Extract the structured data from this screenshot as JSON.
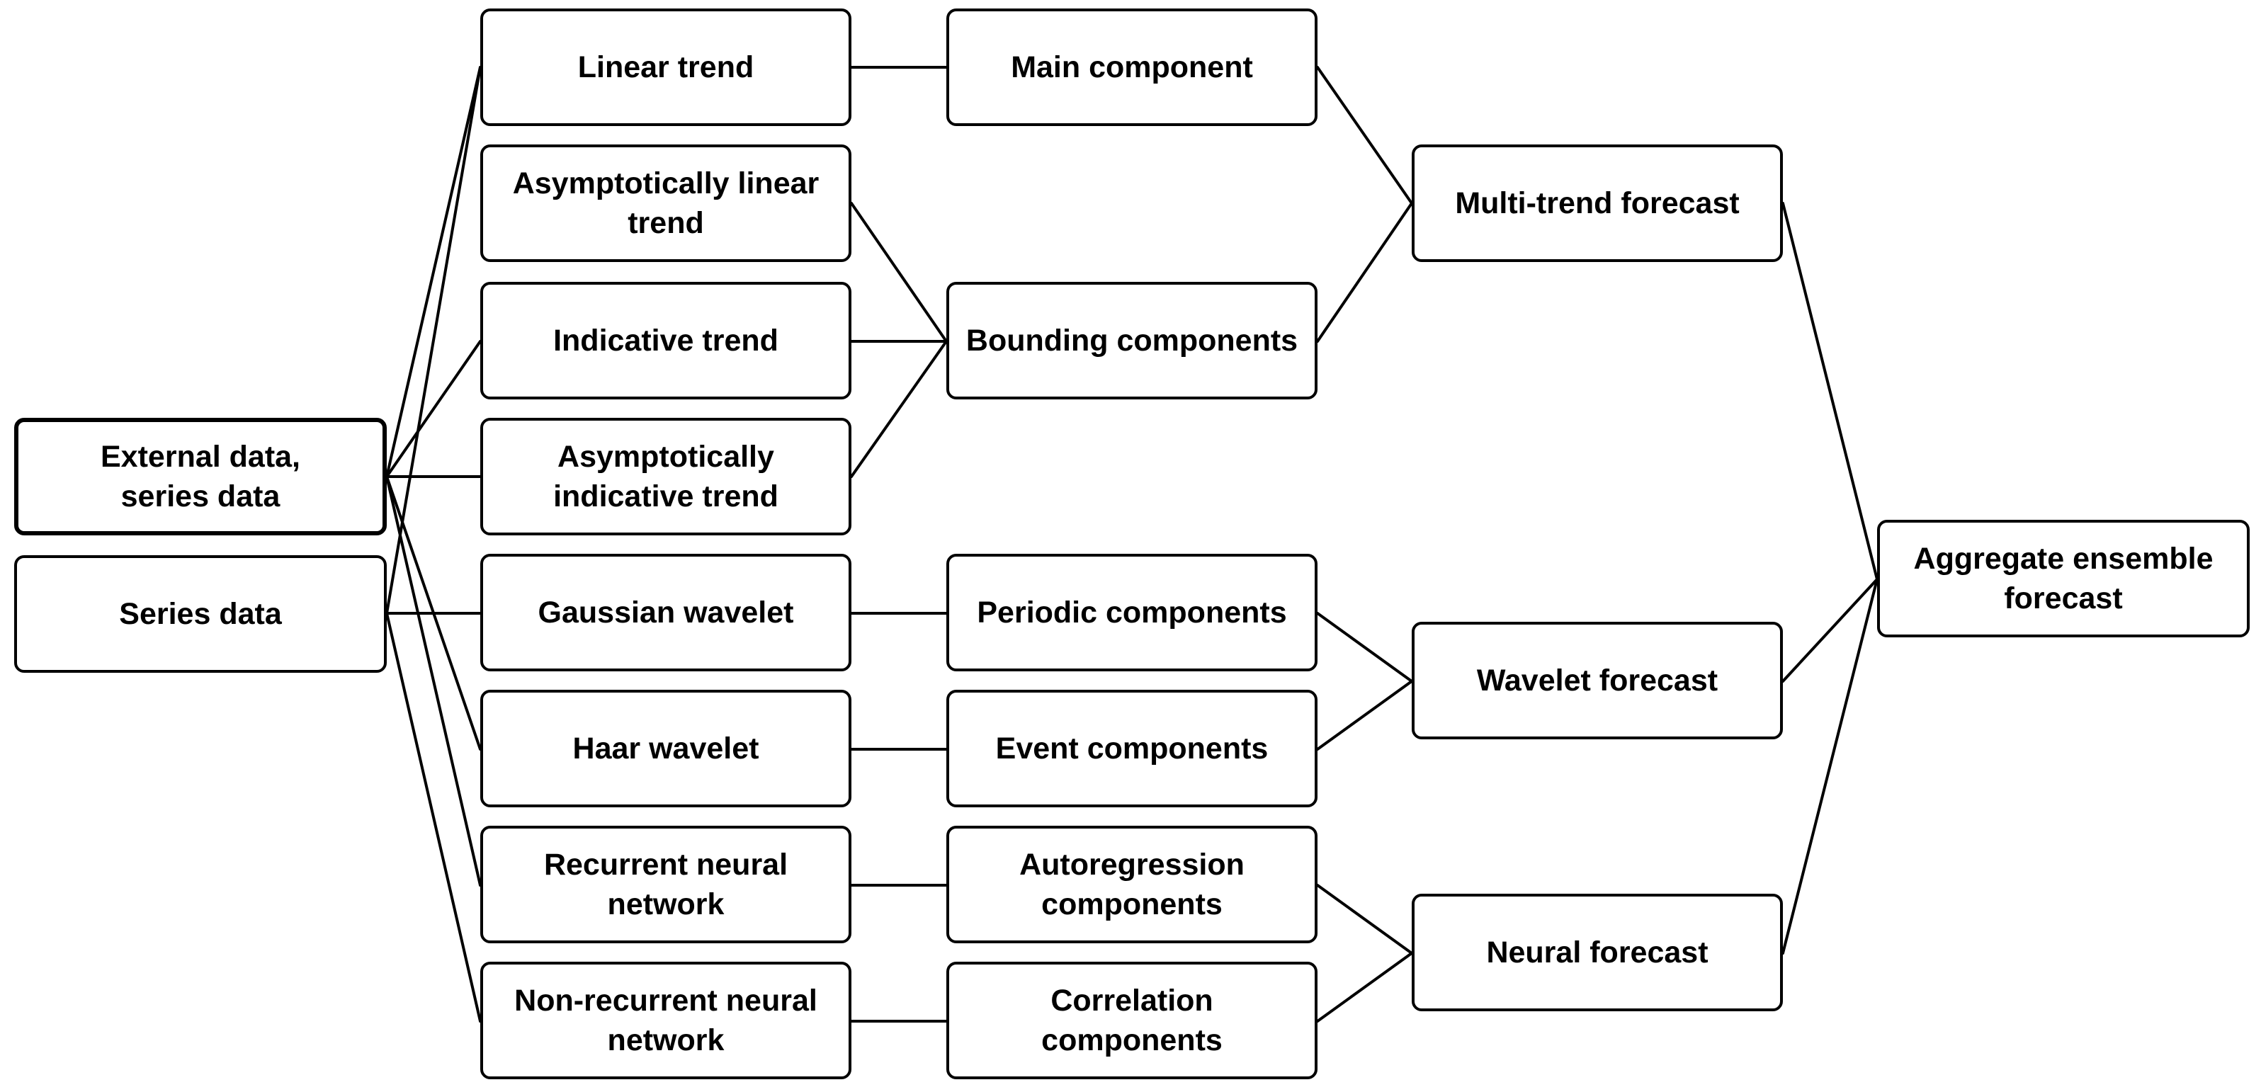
{
  "nodes": {
    "external_data": "External data,\nseries data",
    "series_data": "Series data",
    "linear_trend": "Linear trend",
    "asym_linear_trend": "Asymptotically linear\ntrend",
    "indicative_trend": "Indicative trend",
    "asym_indicative_trend": "Asymptotically\nindicative trend",
    "gaussian_wavelet": "Gaussian wavelet",
    "haar_wavelet": "Haar wavelet",
    "recurrent_nn": "Recurrent neural\nnetwork",
    "nonrecurrent_nn": "Non-recurrent neural\nnetwork",
    "main_component": "Main component",
    "bounding_components": "Bounding components",
    "periodic_components": "Periodic components",
    "event_components": "Event components",
    "autoregression_components": "Autoregression\ncomponents",
    "correlation_components": "Correlation components",
    "multitrend_forecast": "Multi-trend forecast",
    "wavelet_forecast": "Wavelet forecast",
    "neural_forecast": "Neural forecast",
    "aggregate_forecast": "Aggregate ensemble\nforecast"
  }
}
